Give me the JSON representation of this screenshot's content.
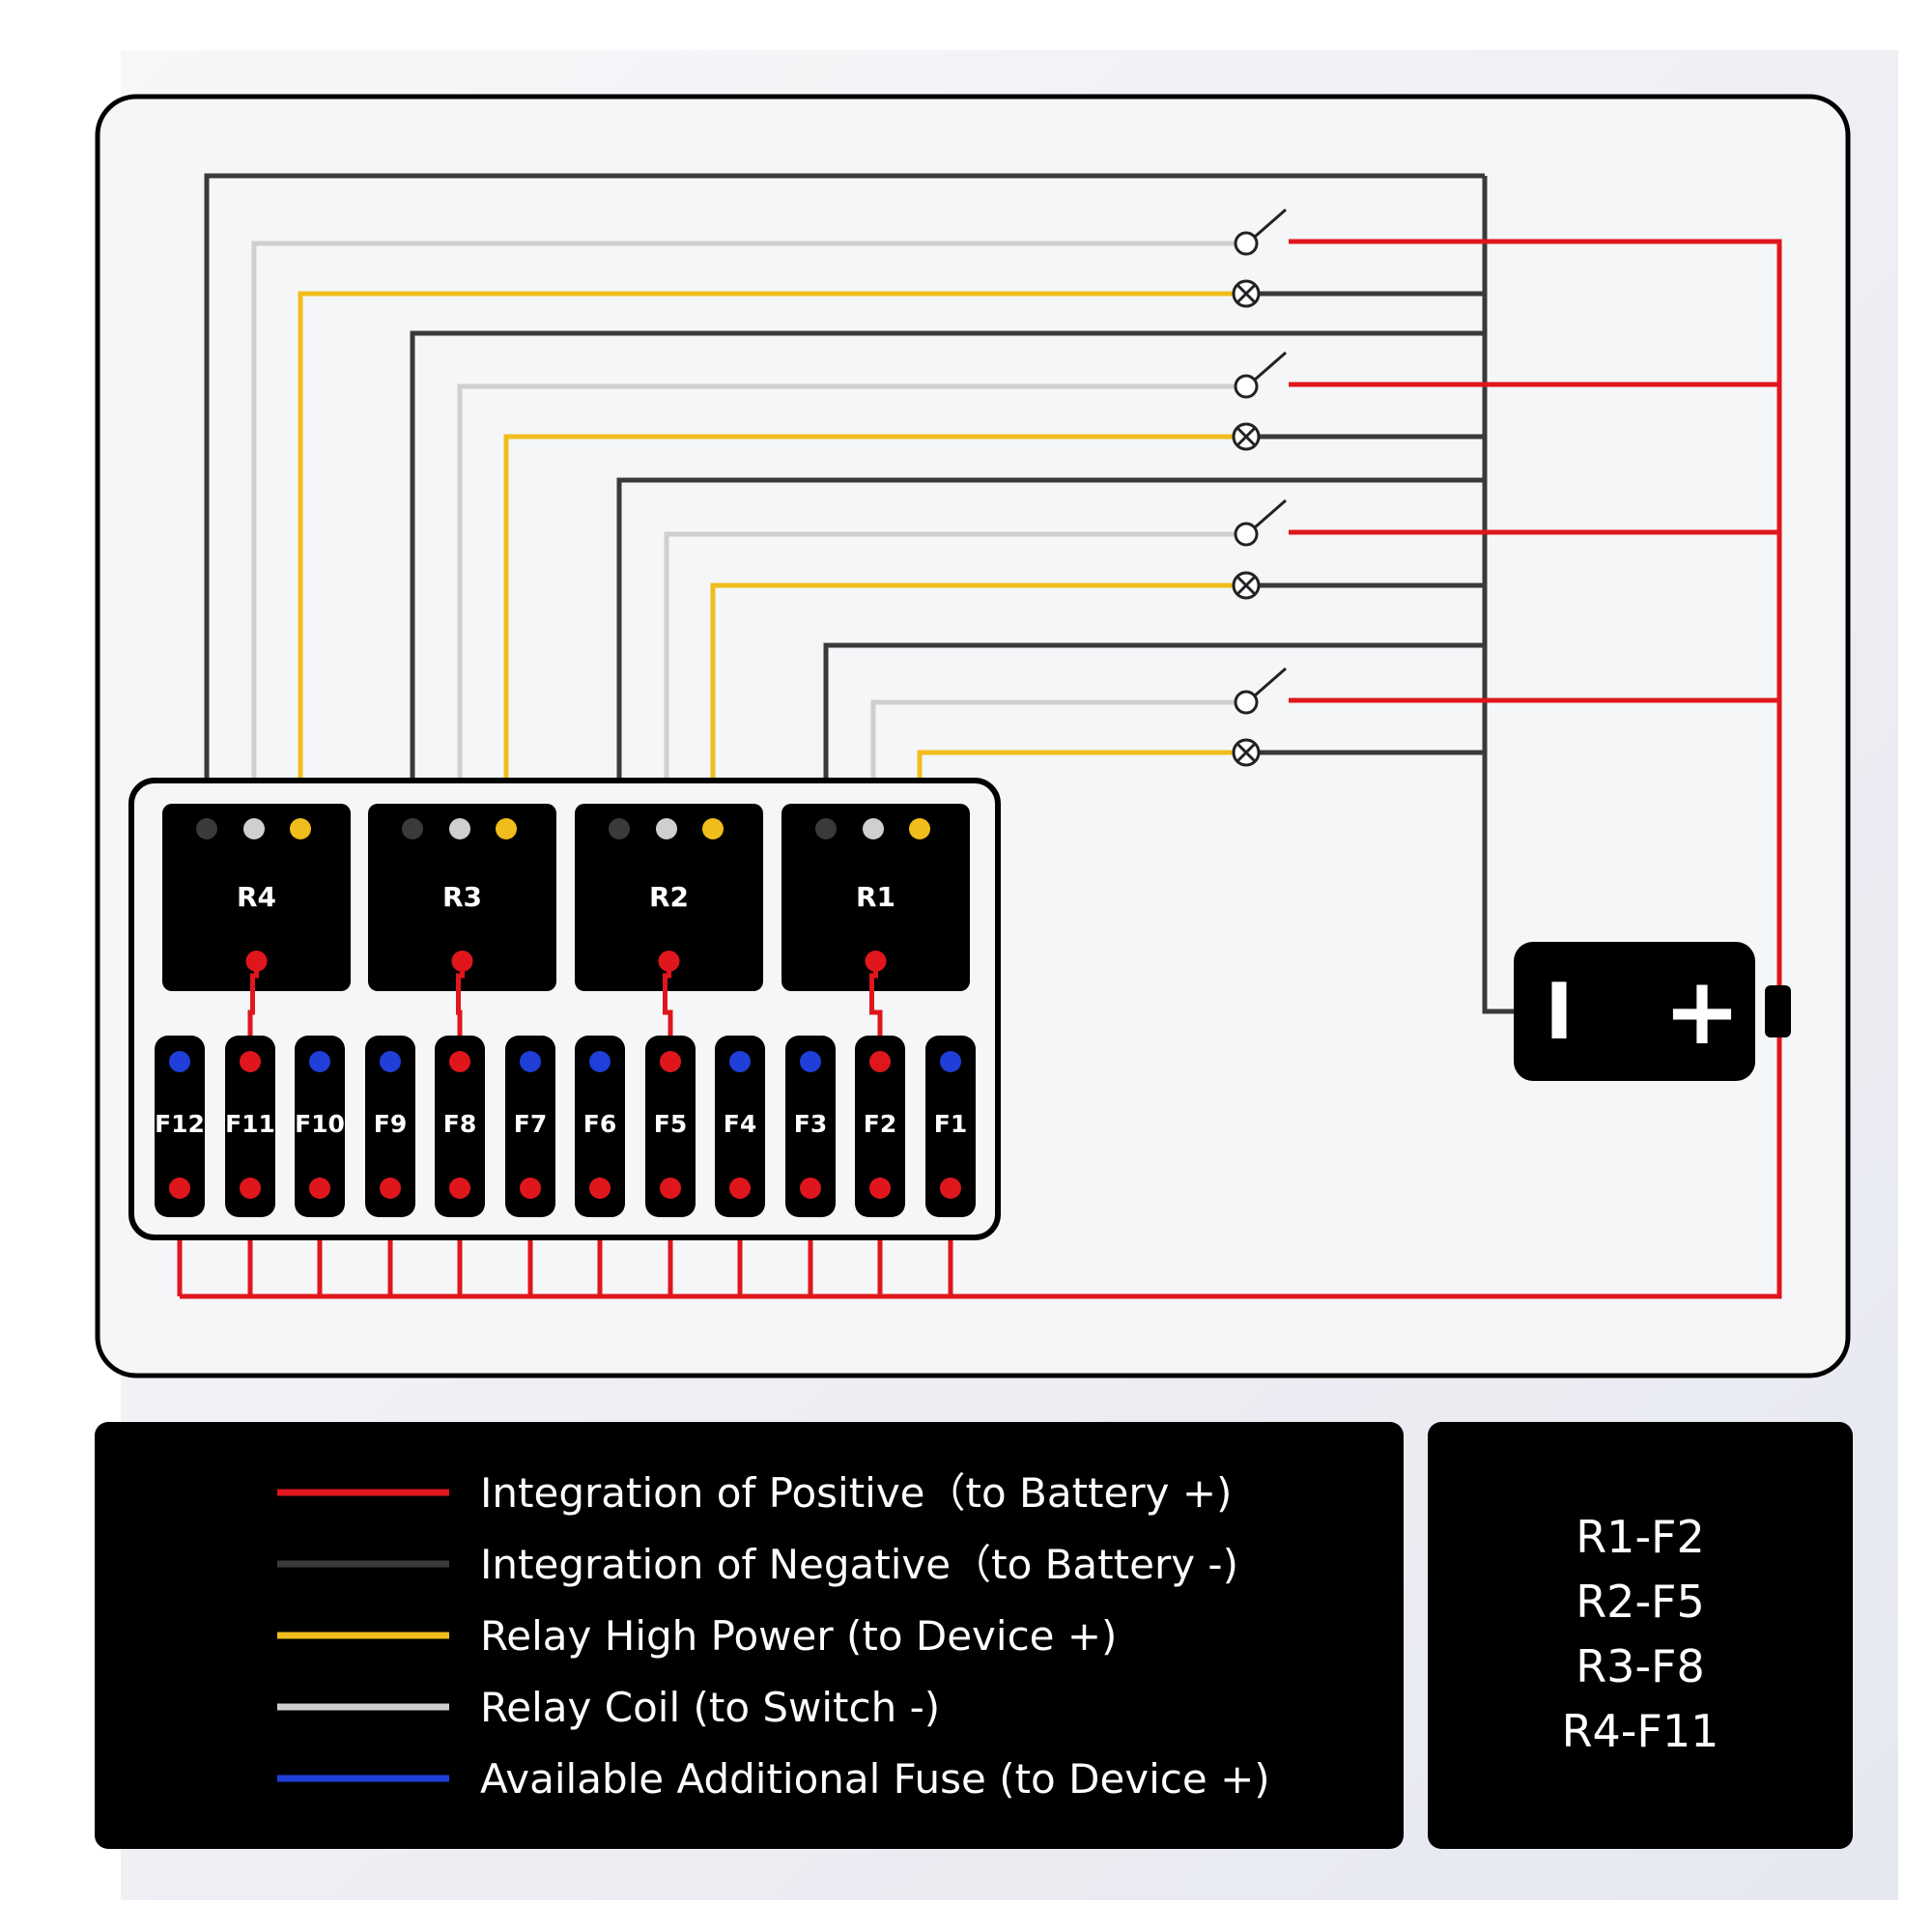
{
  "colors": {
    "positive": "#e0161d",
    "negative": "#3a3a3a",
    "relay_high_power": "#f0bd1c",
    "relay_coil": "#cfcfcf",
    "additional_fuse": "#1f3fd8",
    "panel_fill": "#000000"
  },
  "relays": [
    {
      "label": "R4",
      "fuse": "F11"
    },
    {
      "label": "R3",
      "fuse": "F8"
    },
    {
      "label": "R2",
      "fuse": "F5"
    },
    {
      "label": "R1",
      "fuse": "F2"
    }
  ],
  "fuses": [
    {
      "label": "F12",
      "top_terminal": "blue"
    },
    {
      "label": "F11",
      "top_terminal": "red"
    },
    {
      "label": "F10",
      "top_terminal": "blue"
    },
    {
      "label": "F9",
      "top_terminal": "blue"
    },
    {
      "label": "F8",
      "top_terminal": "red"
    },
    {
      "label": "F7",
      "top_terminal": "blue"
    },
    {
      "label": "F6",
      "top_terminal": "blue"
    },
    {
      "label": "F5",
      "top_terminal": "red"
    },
    {
      "label": "F4",
      "top_terminal": "blue"
    },
    {
      "label": "F3",
      "top_terminal": "blue"
    },
    {
      "label": "F2",
      "top_terminal": "red"
    },
    {
      "label": "F1",
      "top_terminal": "blue"
    }
  ],
  "switch_icons": [
    "switch-icon",
    "lamp-icon"
  ],
  "battery": {
    "negative_symbol": "I",
    "positive_symbol": "+"
  },
  "legend": [
    {
      "color": "#e0161d",
      "text": "Integration of Positive（to Battery +)"
    },
    {
      "color": "#3a3a3a",
      "text": "Integration of Negative（to Battery -)"
    },
    {
      "color": "#f0bd1c",
      "text": "Relay High Power (to Device +)"
    },
    {
      "color": "#cfcfcf",
      "text": "Relay Coil (to Switch -)"
    },
    {
      "color": "#1f3fd8",
      "text": "Available Additional Fuse (to Device +)"
    }
  ],
  "mapping": [
    "R1-F2",
    "R2-F5",
    "R3-F8",
    "R4-F11"
  ]
}
